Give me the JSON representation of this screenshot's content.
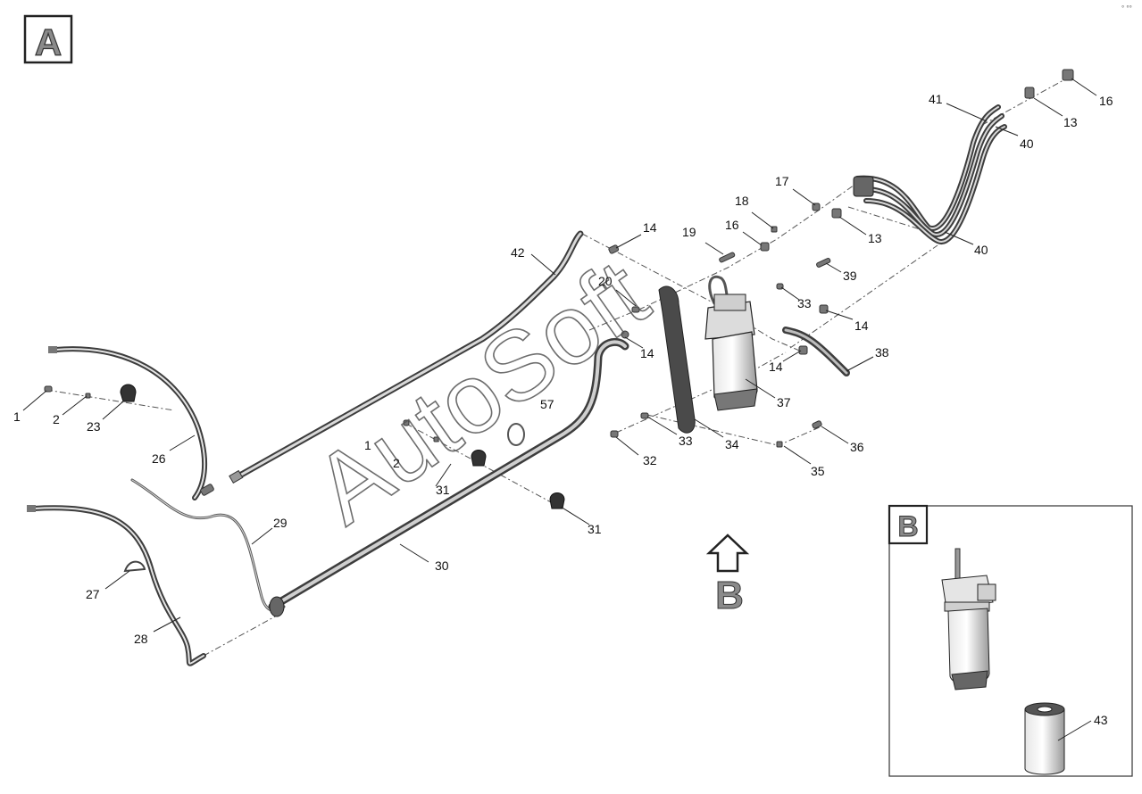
{
  "view_tag_a": "A",
  "view_tag_b": "B",
  "arrow_label": "B",
  "watermark": "AutoSoft",
  "corner_mark": "° °°",
  "colors": {
    "hose_dark": "#3d3d3d",
    "hose_light": "#bdbdbd",
    "tag_fill": "#8a8a8a",
    "callout": "#111111"
  },
  "callouts": {
    "c1a": "1",
    "c2a": "2",
    "c23": "23",
    "c26": "26",
    "c27": "27",
    "c28": "28",
    "c29": "29",
    "c30": "30",
    "c31a": "31",
    "c31b": "31",
    "c1b": "1",
    "c2b": "2",
    "c57": "57",
    "c42": "42",
    "c14a": "14",
    "c20": "20",
    "c14b": "14",
    "c32": "32",
    "c33a": "33",
    "c34": "34",
    "c19": "19",
    "c16a": "16",
    "c18": "18",
    "c17": "17",
    "c13a": "13",
    "c39": "39",
    "c33b": "33",
    "c14c": "14",
    "c14d": "14",
    "c38": "38",
    "c37": "37",
    "c36": "36",
    "c35": "35",
    "c40a": "40",
    "c41": "41",
    "c40b": "40",
    "c13b": "13",
    "c16b": "16",
    "c43": "43"
  }
}
